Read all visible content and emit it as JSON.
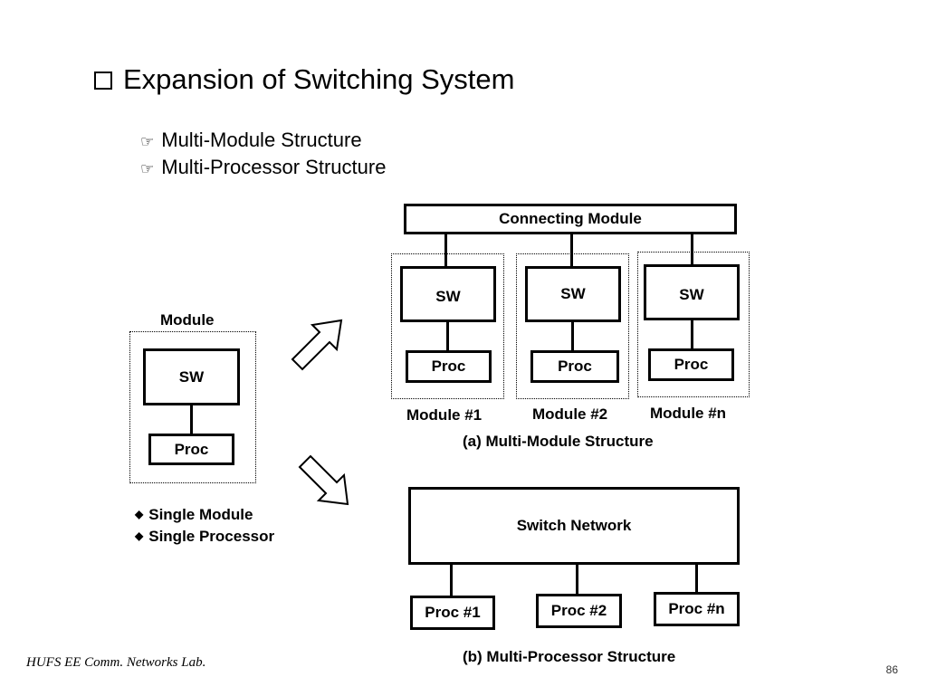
{
  "title": "Expansion of Switching System",
  "bullets": [
    "Multi-Module Structure",
    "Multi-Processor Structure"
  ],
  "single": {
    "module_label": "Module",
    "sw": "SW",
    "proc": "Proc",
    "notes": [
      "Single Module",
      "Single Processor"
    ]
  },
  "multi_module": {
    "connecting": "Connecting Module",
    "sw": "SW",
    "proc": "Proc",
    "modules": [
      "Module #1",
      "Module #2",
      "Module #n"
    ],
    "caption": "(a) Multi-Module Structure"
  },
  "multi_processor": {
    "switch_network": "Switch Network",
    "procs": [
      "Proc #1",
      "Proc #2",
      "Proc #n"
    ],
    "caption": "(b) Multi-Processor Structure"
  },
  "footer": "HUFS  EE  Comm. Networks Lab.",
  "page_number": "86"
}
